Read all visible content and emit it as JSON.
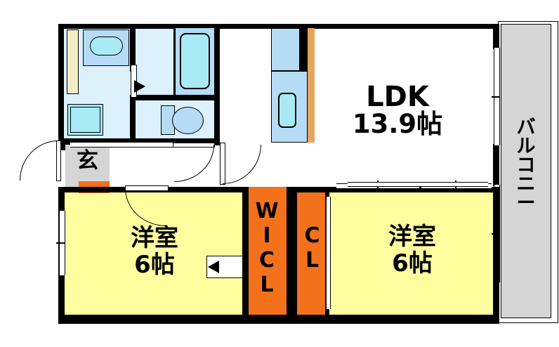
{
  "plan": {
    "title": "間取り図",
    "unit_label": "帖",
    "rooms": [
      {
        "id": "ldk",
        "name": "LDK",
        "size": "13.9帖",
        "line1": "LDK",
        "line2": "13.9帖",
        "fill": "#FFFFFF"
      },
      {
        "id": "washitsu_left",
        "name": "洋室",
        "size": "6帖",
        "line1": "洋室",
        "line2": "6帖",
        "fill": "#FFFFA0"
      },
      {
        "id": "washitsu_right",
        "name": "洋室",
        "size": "6帖",
        "line1": "洋室",
        "line2": "6帖",
        "fill": "#FFFFA0"
      },
      {
        "id": "genkan",
        "name": "玄",
        "size": "",
        "line1": "玄",
        "line2": "",
        "fill": "#D5D5D5"
      },
      {
        "id": "balcony",
        "name": "バルコニー",
        "size": "",
        "line1": "バルコニー",
        "line2": "",
        "fill": "#D5D5D5"
      },
      {
        "id": "wic",
        "name": "WIC",
        "size": "",
        "line1": "WIC",
        "line2": "",
        "fill": "#F4711C"
      },
      {
        "id": "cl",
        "name": "CL",
        "size": "",
        "line1": "CL",
        "line2": "",
        "fill": "#F4711C"
      }
    ],
    "labels": {
      "ldk_name": "LDK",
      "ldk_size": "13.9帖",
      "room_left_name": "洋室",
      "room_left_size": "6帖",
      "room_right_name": "洋室",
      "room_right_size": "6帖",
      "genkan": "玄",
      "balcony_chars": [
        "バ",
        "ル",
        "コ",
        "ニ",
        "ー"
      ],
      "wic_chars": [
        "W",
        "I",
        "C",
        "L"
      ],
      "cl_chars": [
        "C",
        "L"
      ]
    },
    "fixtures": [
      {
        "id": "vanity",
        "name": "洗面台"
      },
      {
        "id": "washer-space",
        "name": "洗濯機置場"
      },
      {
        "id": "bathtub",
        "name": "浴槽"
      },
      {
        "id": "toilet",
        "name": "トイレ"
      },
      {
        "id": "kitchen-sink",
        "name": "キッチンシンク"
      },
      {
        "id": "kitchen-counter",
        "name": "キッチン"
      },
      {
        "id": "shoe-box",
        "name": "シューズボックス"
      },
      {
        "id": "storage-strip",
        "name": "収納"
      }
    ],
    "colors": {
      "wall": "#000000",
      "room_yellow": "#FFFFA0",
      "closet_orange": "#F4711C",
      "water_blue": "#DDF1FC",
      "fixture_blue": "#B6DBF5",
      "tub_cyan": "#A8EAF5",
      "balcony_gray": "#D5D5D5",
      "kitchen_tan": "#E3A55C",
      "storage_cream": "#F5ECC6",
      "background": "#FFFFFF"
    }
  }
}
